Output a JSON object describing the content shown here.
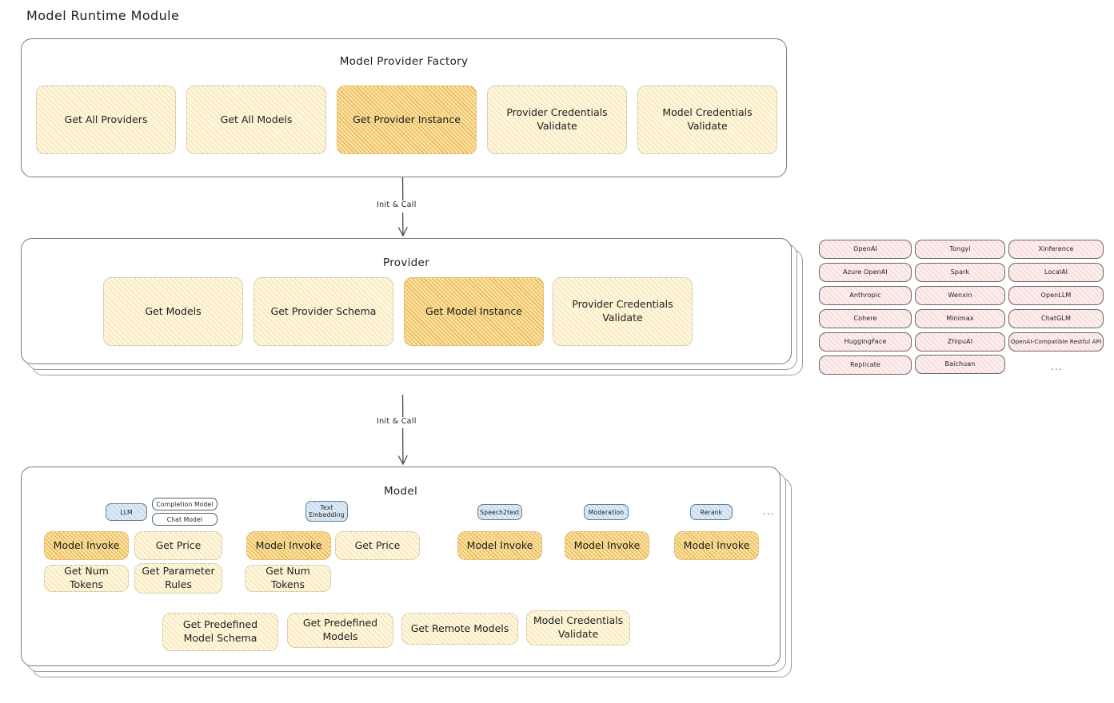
{
  "page": {
    "title": "Model Runtime Module",
    "accent_highlight": "#f2c14e",
    "accent_card": "#fdf6e0",
    "accent_badge": "#dbeaf6",
    "accent_provider_chip": "#fdeeee",
    "ellipsis": "..."
  },
  "factory": {
    "title": "Model Provider Factory",
    "cards": [
      {
        "label": "Get All Providers",
        "highlight": false
      },
      {
        "label": "Get All Models",
        "highlight": false
      },
      {
        "label": "Get Provider Instance",
        "highlight": true
      },
      {
        "label": "Provider Credentials Validate",
        "highlight": false
      },
      {
        "label": "Model Credentials Validate",
        "highlight": false
      }
    ]
  },
  "arrow_top": {
    "label": "Init & Call"
  },
  "provider": {
    "title": "Provider",
    "cards": [
      {
        "label": "Get Models",
        "highlight": false
      },
      {
        "label": "Get Provider Schema",
        "highlight": false
      },
      {
        "label": "Get Model Instance",
        "highlight": true
      },
      {
        "label": "Provider Credentials Validate",
        "highlight": false
      }
    ]
  },
  "arrow_bottom": {
    "label": "Init & Call"
  },
  "provider_list": {
    "columns": [
      [
        "OpenAI",
        "Azure OpenAI",
        "Anthropic",
        "Cohere",
        "HuggingFace",
        "Replicate"
      ],
      [
        "Tongyi",
        "Spark",
        "Wenxin",
        "Minimax",
        "ZhipuAI",
        "Baichuan"
      ],
      [
        "Xinference",
        "LocalAI",
        "OpenLLM",
        "ChatGLM",
        "OpenAI-Compatible Restful API"
      ]
    ],
    "more": "..."
  },
  "model": {
    "title": "Model",
    "more": "...",
    "types": [
      {
        "badge": "LLM",
        "sub_badges": [
          "Completion Model",
          "Chat Model"
        ],
        "cards": [
          {
            "label": "Model Invoke",
            "highlight": true
          },
          {
            "label": "Get Price",
            "highlight": false
          },
          {
            "label": "Get Num Tokens",
            "highlight": false
          },
          {
            "label": "Get Parameter Rules",
            "highlight": false
          }
        ]
      },
      {
        "badge": "Text Embedding",
        "sub_badges": [],
        "cards": [
          {
            "label": "Model Invoke",
            "highlight": true
          },
          {
            "label": "Get Price",
            "highlight": false
          },
          {
            "label": "Get Num Tokens",
            "highlight": false
          }
        ]
      },
      {
        "badge": "Speech2text",
        "sub_badges": [],
        "cards": [
          {
            "label": "Model Invoke",
            "highlight": true
          }
        ]
      },
      {
        "badge": "Moderation",
        "sub_badges": [],
        "cards": [
          {
            "label": "Model Invoke",
            "highlight": true
          }
        ]
      },
      {
        "badge": "Rerank",
        "sub_badges": [],
        "cards": [
          {
            "label": "Model Invoke",
            "highlight": true
          }
        ]
      }
    ],
    "common_cards": [
      {
        "label": "Get Predefined Model Schema"
      },
      {
        "label": "Get Predefined Models"
      },
      {
        "label": "Get Remote Models"
      },
      {
        "label": "Model Credentials Validate"
      }
    ]
  }
}
